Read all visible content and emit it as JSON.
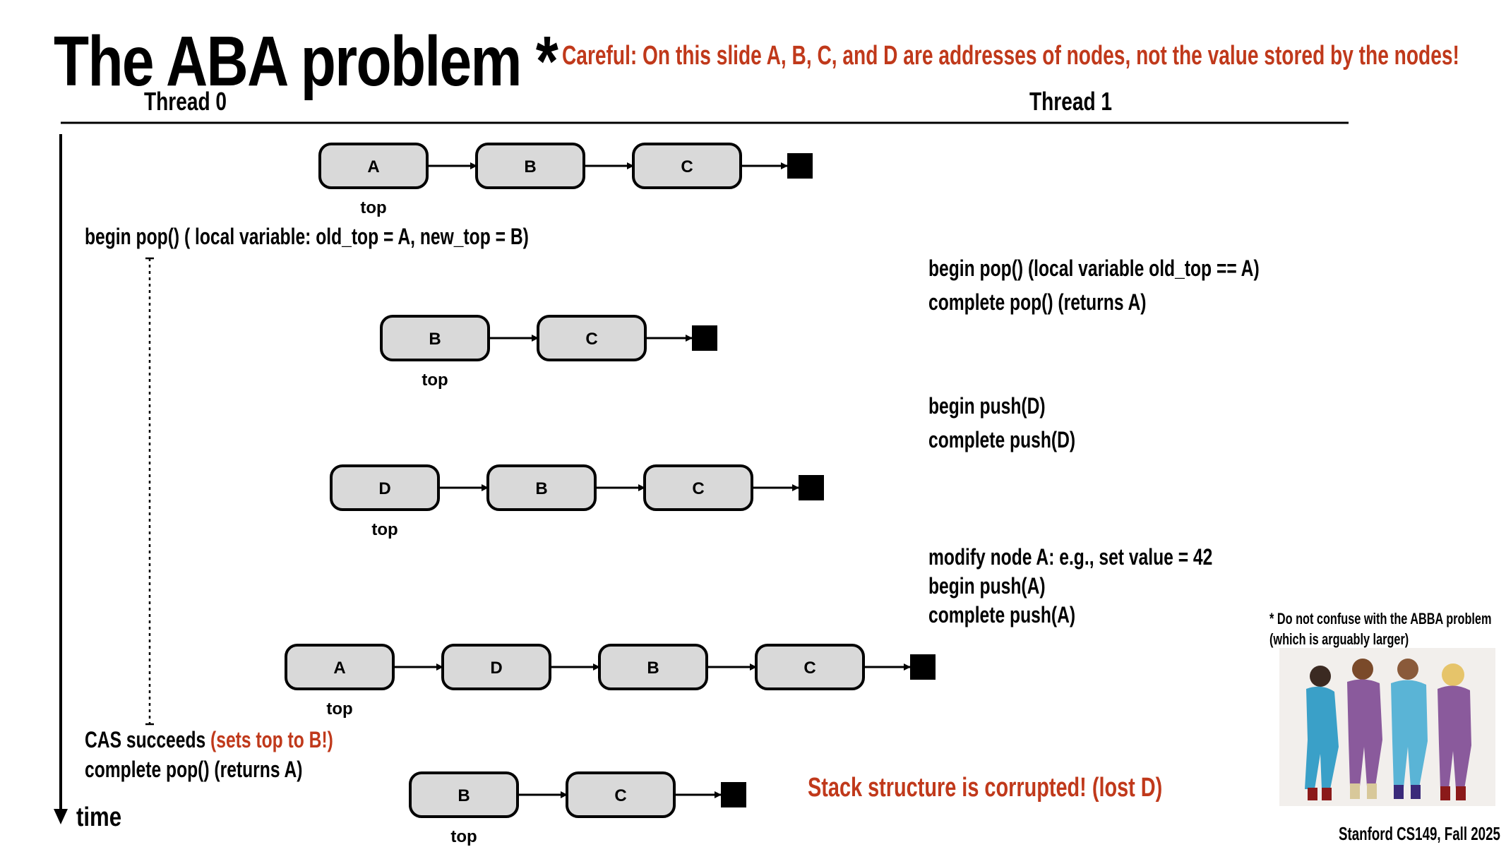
{
  "slide": {
    "title": "The ABA problem *",
    "careful_note": "Careful: On this slide A, B, C, and D are addresses of nodes, not the value stored by the nodes!",
    "thread0_header": "Thread 0",
    "thread1_header": "Thread 1",
    "time_label": "time",
    "footnote_line1": "* Do not confuse with the ABBA problem",
    "footnote_line2": "(which is arguably larger)",
    "credit": "Stanford CS149, Fall 2025",
    "corrupted_note": "Stack structure is corrupted! (lost D)"
  },
  "thread0": {
    "begin_pop": "begin pop()  ( local variable: old_top = A, new_top = B)",
    "cas_succeeds": "CAS succeeds ",
    "cas_detail": "(sets top to B!)",
    "complete_pop": "complete pop()  (returns A)"
  },
  "thread1": {
    "step1_begin": "begin pop()  (local variable old_top == A)",
    "step1_complete": "complete pop()   (returns A)",
    "step2_begin": "begin push(D)",
    "step2_complete": "complete push(D)",
    "step3_modify": "modify node A: e.g., set value = 42",
    "step3_begin": "begin push(A)",
    "step3_complete": "complete push(A)"
  },
  "stacks": [
    {
      "nodes": [
        "A",
        "B",
        "C"
      ],
      "top_label": "top"
    },
    {
      "nodes": [
        "B",
        "C"
      ],
      "top_label": "top"
    },
    {
      "nodes": [
        "D",
        "B",
        "C"
      ],
      "top_label": "top"
    },
    {
      "nodes": [
        "A",
        "D",
        "B",
        "C"
      ],
      "top_label": "top"
    },
    {
      "nodes": [
        "B",
        "C"
      ],
      "top_label": "top"
    }
  ],
  "colors": {
    "accent_red": "#c0391b",
    "node_fill": "#d9d9d9"
  }
}
